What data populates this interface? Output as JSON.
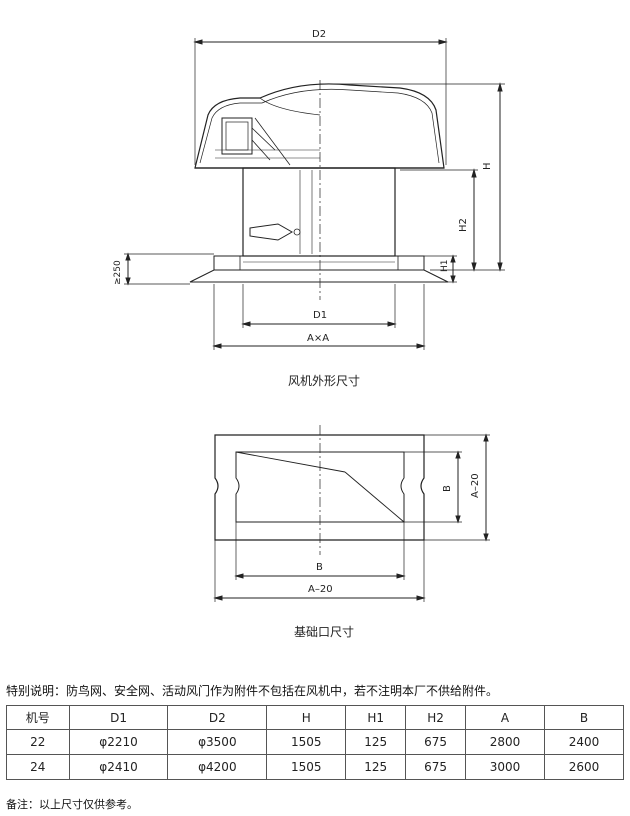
{
  "fan_drawing": {
    "dims": {
      "D2": "D2",
      "H": "H",
      "H2": "H2",
      "H1": "H1",
      "ge250": "≥250",
      "D1": "D1",
      "AxA": "A×A"
    },
    "caption": "风机外形尺寸"
  },
  "base_drawing": {
    "dims": {
      "B_vertical": "B",
      "A20_vertical": "A–20",
      "B_horizontal": "B",
      "A20_horizontal": "A–20"
    },
    "caption": "基础口尺寸"
  },
  "special_note": "特别说明：防鸟网、安全网、活动风门作为附件不包括在风机中，若不注明本厂不供给附件。",
  "table": {
    "headers": [
      "机号",
      "D1",
      "D2",
      "H",
      "H1",
      "H2",
      "A",
      "B"
    ],
    "rows": [
      [
        "22",
        "φ2210",
        "φ3500",
        "1505",
        "125",
        "675",
        "2800",
        "2400"
      ],
      [
        "24",
        "φ2410",
        "φ4200",
        "1505",
        "125",
        "675",
        "3000",
        "2600"
      ]
    ]
  },
  "footnote": "备注：以上尺寸仅供参考。"
}
